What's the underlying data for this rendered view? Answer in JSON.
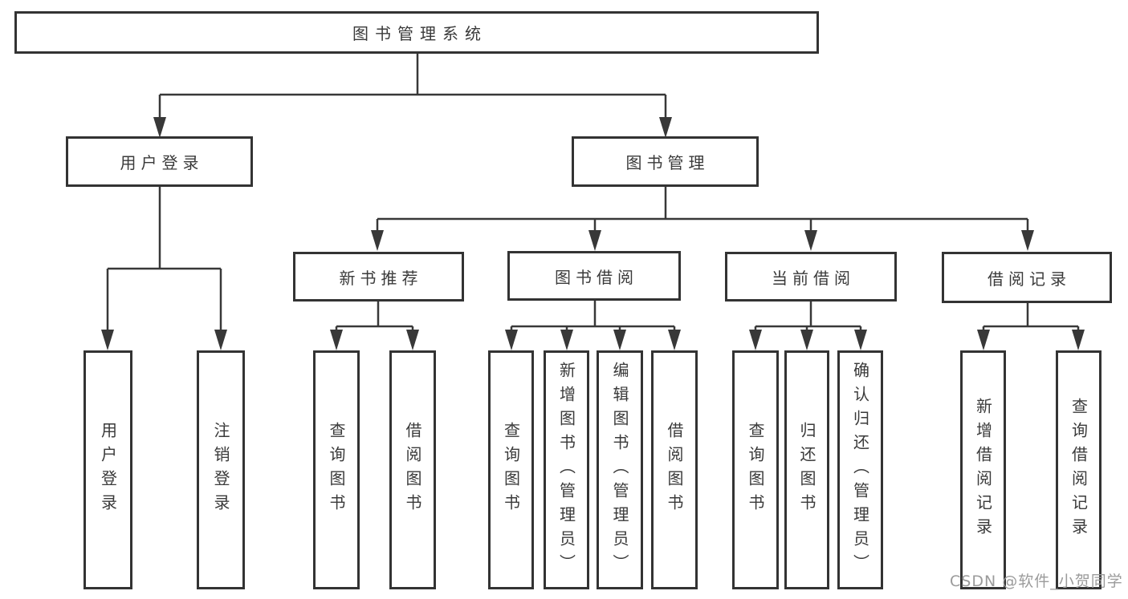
{
  "diagram_title": "图书管理系统",
  "colors": {
    "line": "#383838",
    "box_border": "#333333",
    "text": "#3a3a3a",
    "watermark": "#9b9b9b",
    "background": "#ffffff"
  },
  "tree": {
    "label": "图书管理系统",
    "children": [
      {
        "label": "用户登录",
        "children": [
          {
            "label": "用户登录"
          },
          {
            "label": "注销登录"
          }
        ]
      },
      {
        "label": "图书管理",
        "children": [
          {
            "label": "新书推荐",
            "children": [
              {
                "label": "查询图书"
              },
              {
                "label": "借阅图书"
              }
            ]
          },
          {
            "label": "图书借阅",
            "children": [
              {
                "label": "查询图书"
              },
              {
                "label": "新增图书（管理员）"
              },
              {
                "label": "编辑图书（管理员）"
              },
              {
                "label": "借阅图书"
              }
            ]
          },
          {
            "label": "当前借阅",
            "children": [
              {
                "label": "查询图书"
              },
              {
                "label": "归还图书"
              },
              {
                "label": "确认归还（管理员）"
              }
            ]
          },
          {
            "label": "借阅记录",
            "children": [
              {
                "label": "新增借阅记录"
              },
              {
                "label": "查询借阅记录"
              }
            ]
          }
        ]
      }
    ]
  },
  "watermark": {
    "text": "CSDN @软件_小贺同学"
  }
}
